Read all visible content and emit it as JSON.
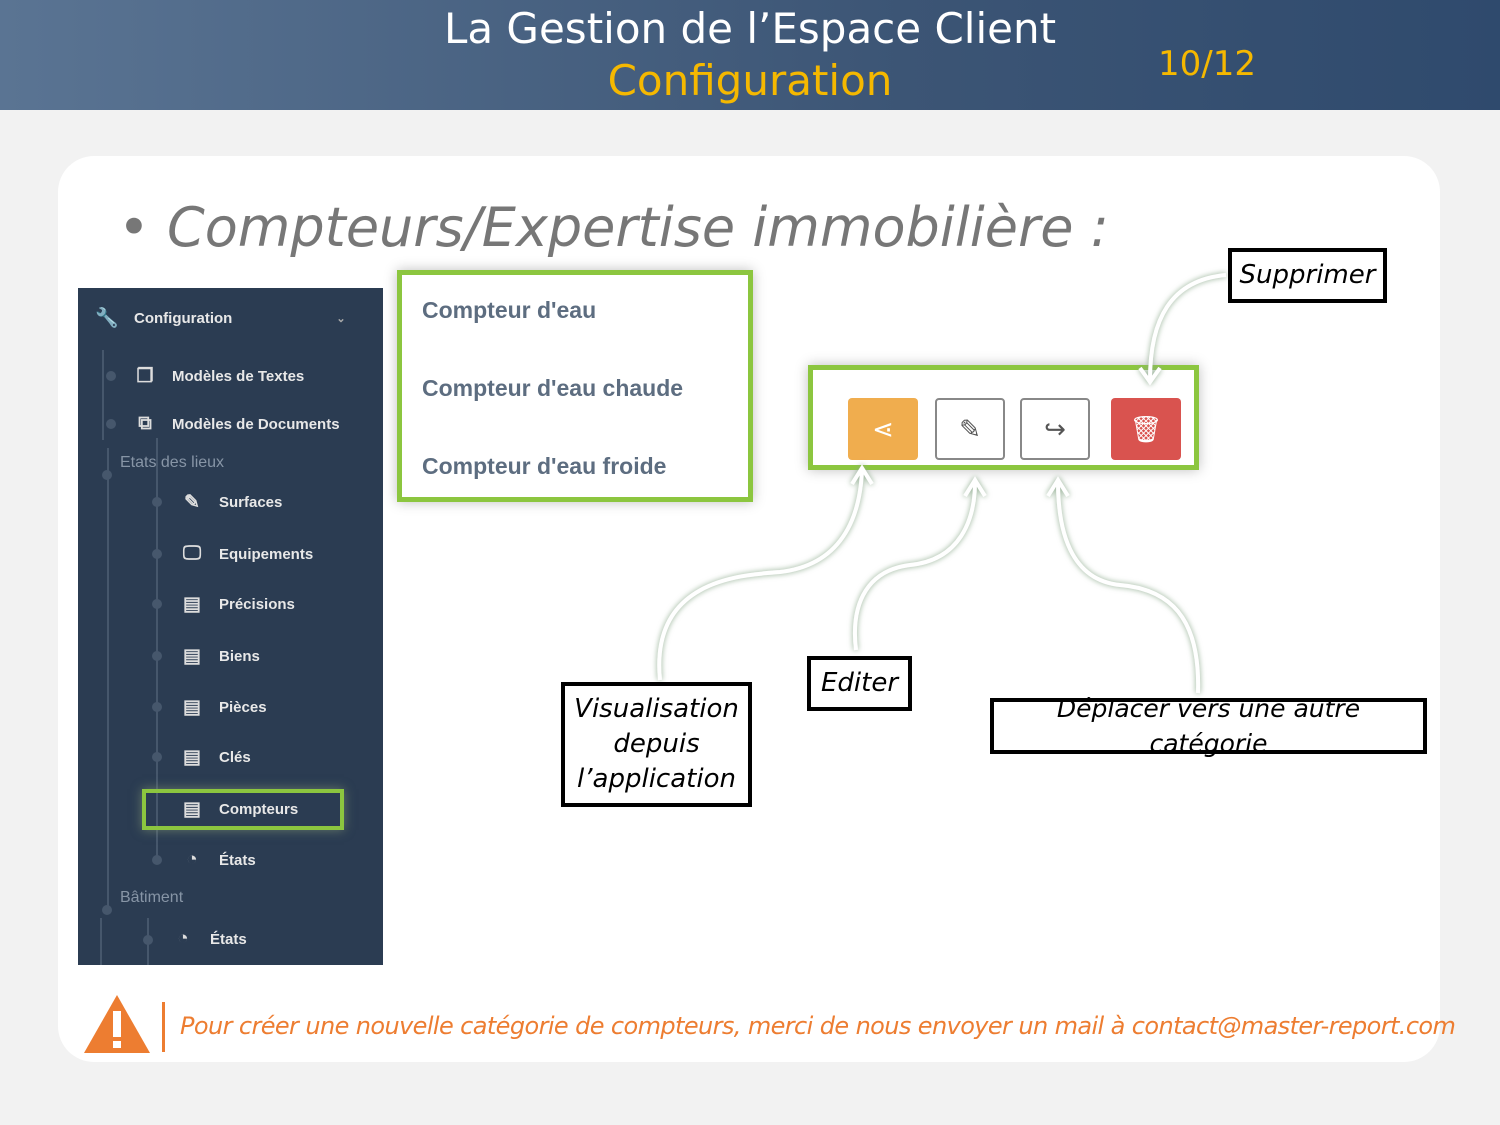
{
  "header": {
    "title": "La Gestion de l’Espace Client",
    "subtitle": "Configuration",
    "page": "10/12"
  },
  "bullet": "Compteurs/Expertise immobilière :",
  "sidebar": {
    "title": "Configuration",
    "items": [
      {
        "label": "Modèles de Textes",
        "icon": "copy-icon"
      },
      {
        "label": "Modèles de Documents",
        "icon": "clone-icon"
      }
    ],
    "section1": "Etats des lieux",
    "sub": [
      {
        "label": "Surfaces",
        "icon": "pencil-icon"
      },
      {
        "label": "Equipements",
        "icon": "desktop-icon"
      },
      {
        "label": "Précisions",
        "icon": "book-icon"
      },
      {
        "label": "Biens",
        "icon": "book-icon"
      },
      {
        "label": "Pièces",
        "icon": "book-icon"
      },
      {
        "label": "Clés",
        "icon": "book-icon"
      },
      {
        "label": "Compteurs",
        "icon": "book-icon"
      },
      {
        "label": "États",
        "icon": "dashboard-icon"
      }
    ],
    "section2": "Bâtiment",
    "sub2": [
      {
        "label": "États",
        "icon": "dashboard-icon"
      }
    ]
  },
  "list": [
    "Compteur d'eau",
    "Compteur d'eau chaude",
    "Compteur d'eau froide"
  ],
  "colors": {
    "share": "#f0ad4e",
    "delete": "#d9534f",
    "highlight": "#8cc63f",
    "note": "#ed7d31"
  },
  "labels": {
    "delete": "Supprimer",
    "view": "Visualisation depuis l’application",
    "edit": "Editer",
    "move": "Déplacer vers une autre catégorie"
  },
  "note": "Pour créer une nouvelle catégorie de compteurs, merci de nous envoyer un mail à  contact@master-report.com"
}
